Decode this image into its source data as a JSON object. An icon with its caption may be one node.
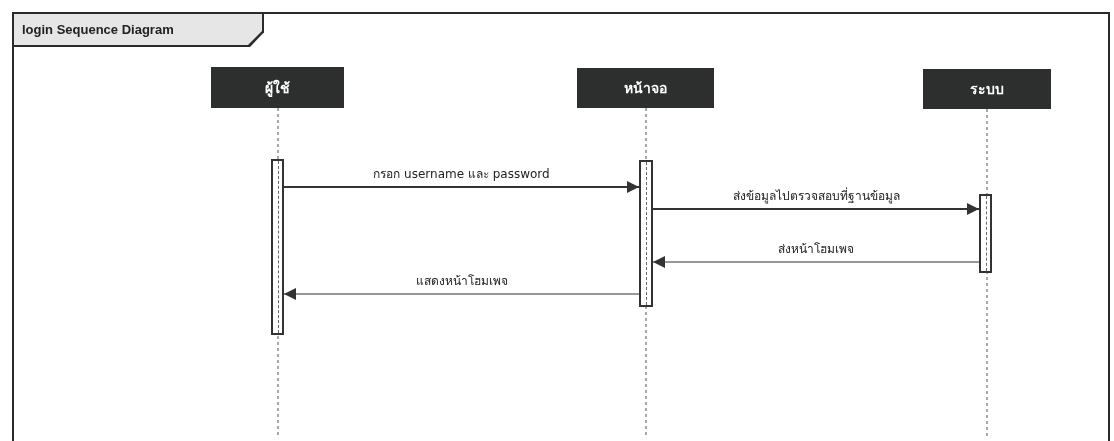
{
  "diagram": {
    "nodes": [
      {
        "text": [
          "login Sequence Diagram"
        ]
      },
      {
        "text": [
          "ผู้ใช้"
        ],
        "in": 0
      },
      {
        "text": [
          "หน้าจอ"
        ],
        "in": 0
      },
      {
        "text": [
          "ระบบ"
        ],
        "in": 0
      },
      {
        "text": [],
        "shape": "bar",
        "in": 0
      },
      {
        "text": [],
        "shape": "bar",
        "in": 0
      },
      {
        "text": [],
        "shape": "bar",
        "in": 0
      }
    ],
    "edges": [
      {
        "from": 4,
        "to": 5,
        "arrow": "to",
        "label": "กรอก username และ password"
      },
      {
        "from": 5,
        "to": 6,
        "arrow": "to",
        "label": "ส่งข้อมูลไปตรวจสอบที่ฐานข้อมูล"
      },
      {
        "from": 6,
        "to": 5,
        "arrow": "to",
        "label": "ส่งหน้าโฮมเพจ"
      },
      {
        "from": 5,
        "to": 4,
        "arrow": "to",
        "label": "แสดงหน้าโฮมเพจ"
      }
    ]
  }
}
